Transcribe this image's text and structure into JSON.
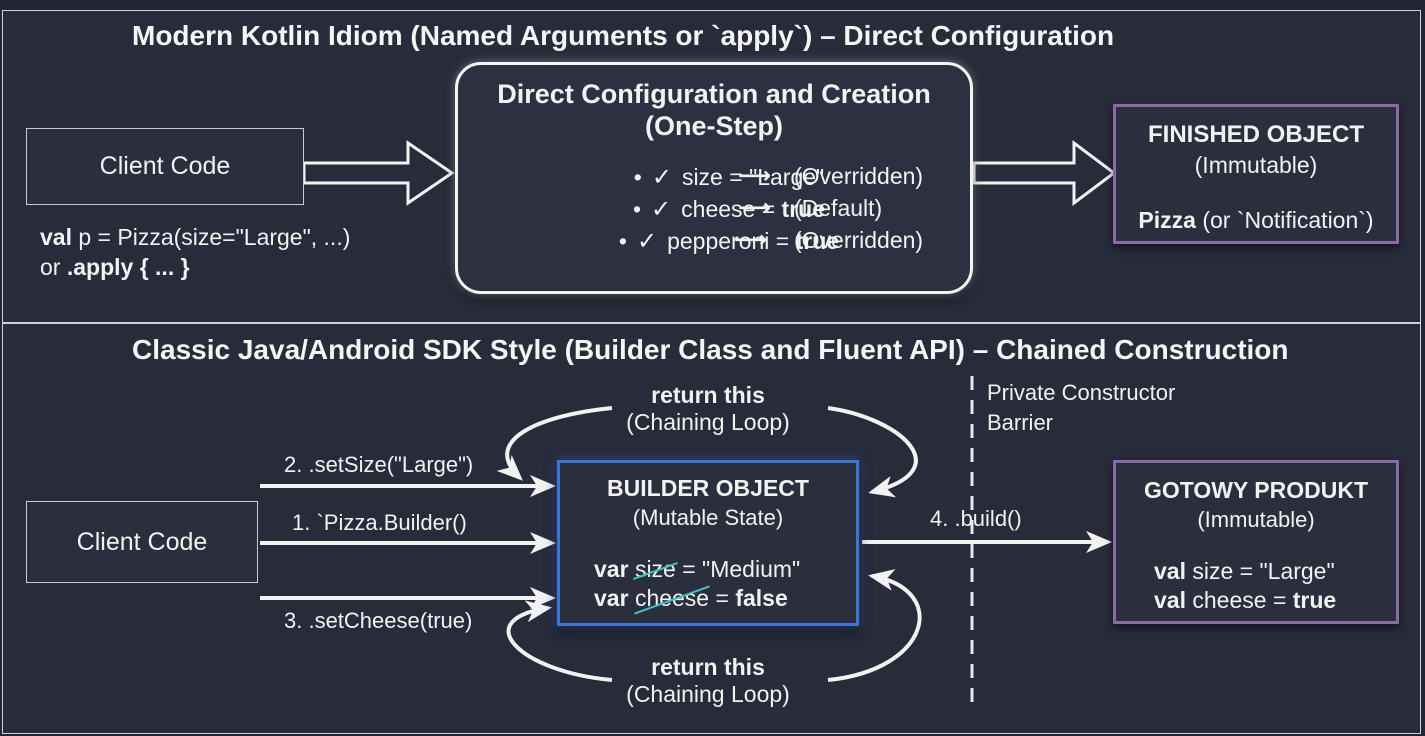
{
  "top": {
    "title": "Modern Kotlin Idiom (Named Arguments or `apply`) – Direct Configuration",
    "client_label": "Client Code",
    "client_code_line1_kw": "val",
    "client_code_line1_rest": " p = Pizza(size=\"Large\", ...)",
    "client_code_line2_pre": "or ",
    "client_code_line2_kw": ".apply { ... }",
    "direct_title_line1": "Direct Configuration and Creation",
    "direct_title_line2": "(One-Step)",
    "items": [
      {
        "bullet": "•",
        "check": "✓",
        "prefix": "size = ",
        "value": "\"Large\"",
        "value_bold": false,
        "arrow": "⟶",
        "note": "(Overridden)"
      },
      {
        "bullet": "•",
        "check": "✓",
        "prefix": "cheese = ",
        "value": "true",
        "value_bold": true,
        "arrow": "⟶",
        "note": "(Default)"
      },
      {
        "bullet": "•",
        "check": "✓",
        "prefix": "pepperoni = ",
        "value": "true",
        "value_bold": true,
        "arrow": "⟶",
        "note": "(Overridden)"
      }
    ],
    "finished_title": "FINISHED OBJECT",
    "finished_subtitle": "(Immutable)",
    "finished_name_bold": "Pizza",
    "finished_name_rest": " (or `Notification`)"
  },
  "bottom": {
    "title": "Classic Java/Android SDK Style (Builder Class and Fluent API) – Chained Construction",
    "client_label": "Client Code",
    "step2": "2. .setSize(\"Large\")",
    "step1": "1. `Pizza.Builder()",
    "step3": "3. .setCheese(true)",
    "step4": "4. .build()",
    "loop_top_bold": "return this",
    "loop_top_sub": "(Chaining Loop)",
    "loop_bottom_bold": "return this",
    "loop_bottom_sub": "(Chaining Loop)",
    "builder_title": "BUILDER OBJECT",
    "builder_subtitle": "(Mutable State)",
    "builder_var1_kw": "var",
    "builder_var1_name": "size",
    "builder_var1_rest": " = \"Medium\"",
    "builder_var2_kw": "var",
    "builder_var2_name": "cheese",
    "builder_var2_eq": " = ",
    "builder_var2_val": "false",
    "barrier_line1": "Private Constructor",
    "barrier_line2": "Barrier",
    "product_title": "GOTOWY PRODUKT",
    "product_subtitle": "(Immutable)",
    "product_val1_kw": "val",
    "product_val1_rest": " size = \"Large\"",
    "product_val2_kw": "val",
    "product_val2_rest": " cheese = ",
    "product_val2_val": "true"
  },
  "colors": {
    "background": "#232634",
    "builder_border": "#3e74d6",
    "immutable_border": "#8a6aa3",
    "strike": "#3ec3c3"
  }
}
